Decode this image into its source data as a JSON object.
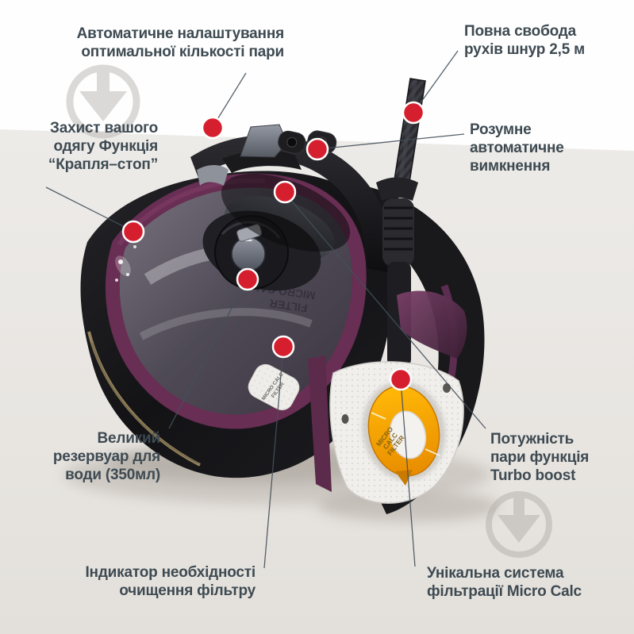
{
  "page": {
    "description_role": "annotated product feature image of a steam iron",
    "background_upper": "#fefefe",
    "background_lower": "#e9e6e2"
  },
  "colors": {
    "accent_red": "#d61f2e",
    "label_text": "#3e4a52",
    "callout_line": "#44505a",
    "orange_filter": "#f59e00",
    "plum": "#682e53",
    "watermark_gray": "#c8c5c2"
  },
  "watermark": {
    "icon": "arrow-down-in-circle"
  },
  "callouts": [
    {
      "id": "steam-auto",
      "text": "Автоматичне налаштування\nоптимальної кількості пари"
    },
    {
      "id": "cord",
      "text": "Повна свобода\nрухів шнур 2,5 м"
    },
    {
      "id": "auto-off",
      "text": "Розумне\nавтоматичне\nвимкнення"
    },
    {
      "id": "drip-stop",
      "text": "Захист вашого\nодягу Функція\n“Крапля–стоп”"
    },
    {
      "id": "water-tank",
      "text": "Великий\nрезервуар для\nводи (350мл)"
    },
    {
      "id": "turbo-boost",
      "text": "Потужність\nпари функція\nTurbo boost"
    },
    {
      "id": "filter-indicator",
      "text": "Індикатор необхідності\nочищення фільтру"
    },
    {
      "id": "micro-calc",
      "text": "Унікальна система\nфільтрації Micro Calc"
    }
  ],
  "iron": {
    "tank_print": [
      "MICRO CALC",
      "FILTER"
    ],
    "heel_filter_label": [
      "MICRO",
      "CALC",
      "FILTER"
    ],
    "side_sticker": [
      "MICRO CALC",
      "FILTER"
    ]
  }
}
